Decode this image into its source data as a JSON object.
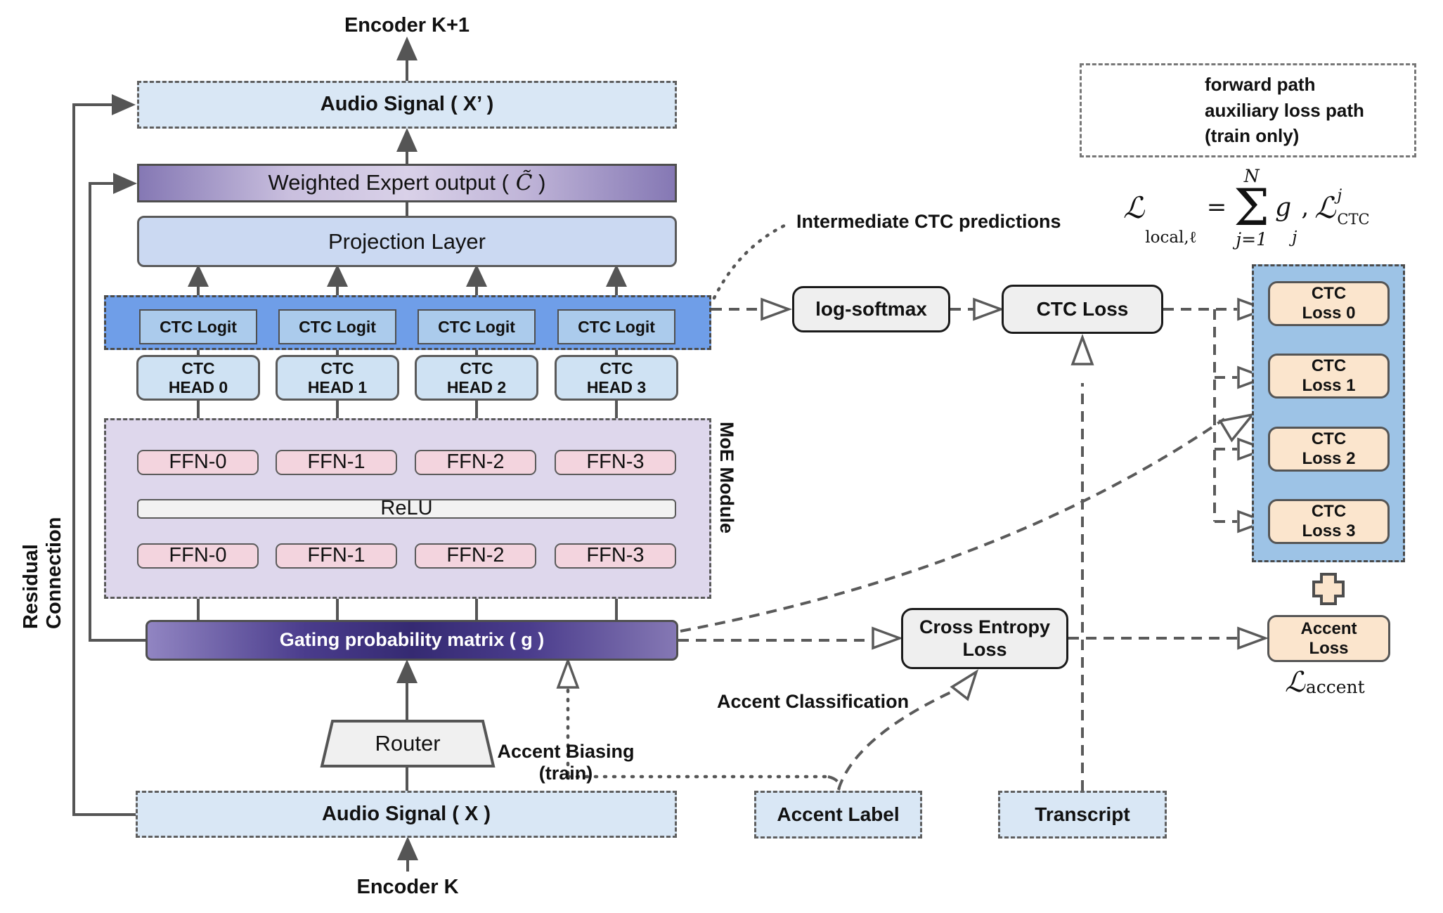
{
  "left_column": {
    "encoder_next": "Encoder K+1",
    "audio_out": "Audio Signal ( X’ )",
    "weighted_prefix": "Weighted Expert output (",
    "weighted_var": "C̃",
    "weighted_suffix": " )",
    "projection": "Projection Layer",
    "logits": [
      "CTC Logit",
      "CTC Logit",
      "CTC Logit",
      "CTC Logit"
    ],
    "heads": [
      {
        "line1": "CTC",
        "line2": "HEAD 0"
      },
      {
        "line1": "CTC",
        "line2": "HEAD 1"
      },
      {
        "line1": "CTC",
        "line2": "HEAD 2"
      },
      {
        "line1": "CTC",
        "line2": "HEAD 3"
      }
    ],
    "ffn_top": [
      "FFN-0",
      "FFN-1",
      "FFN-2",
      "FFN-3"
    ],
    "relu": "ReLU",
    "ffn_bottom": [
      "FFN-0",
      "FFN-1",
      "FFN-2",
      "FFN-3"
    ],
    "moe_label": "MoE Module",
    "gating": "Gating probability matrix ( g )",
    "router": "Router",
    "audio_in": "Audio Signal ( X )",
    "encoder_prev": "Encoder K",
    "residual": "Residual Connection"
  },
  "annotations": {
    "intermediate": "Intermediate CTC predictions",
    "accent_biasing_line1": "Accent Biasing",
    "accent_biasing_line2": "(train)",
    "accent_classification": "Accent Classification"
  },
  "legend": {
    "forward": "forward path",
    "aux_line1": "auxiliary loss path",
    "aux_line2": "(train only)"
  },
  "loss_path": {
    "log_softmax": "log-softmax",
    "ctc_loss": "CTC Loss",
    "cross_entropy_line1": "Cross Entropy",
    "cross_entropy_line2": "Loss",
    "ctc_losses": [
      {
        "line1": "CTC",
        "line2": "Loss 0"
      },
      {
        "line1": "CTC",
        "line2": "Loss 1"
      },
      {
        "line1": "CTC",
        "line2": "Loss 2"
      },
      {
        "line1": "CTC",
        "line2": "Loss 3"
      }
    ],
    "accent_loss_line1": "Accent",
    "accent_loss_line2": "Loss",
    "accent_label": "Accent Label",
    "transcript": "Transcript"
  },
  "formula": {
    "l": "ℒ",
    "sub_local": "local,ℓ",
    "eq": "=",
    "n": "N",
    "sigma": "Σ",
    "lower": "j=1",
    "g": "g",
    "sub_j": "j",
    "comma": ",",
    "l2": "ℒ",
    "sup_j": "j",
    "sub_ctc": "CTC"
  },
  "accent_formula": {
    "symbol": "ℒ",
    "sub": "accent"
  },
  "colors": {
    "light_blue_box": "#d9e7f5",
    "band_blue": "#6f9ee8",
    "logit_blue": "#abcbec",
    "head_blue": "#cfe2f3",
    "lavender_moe": "#ded7ec",
    "ffn_pink": "#f3d4de",
    "purple_dark": "#352a72",
    "purple_mid": "#8578b4",
    "peach_loss": "#fbe5cd",
    "container_blue": "#9dc3e6",
    "gray_box": "#efefef",
    "wire_gray": "#555555"
  }
}
